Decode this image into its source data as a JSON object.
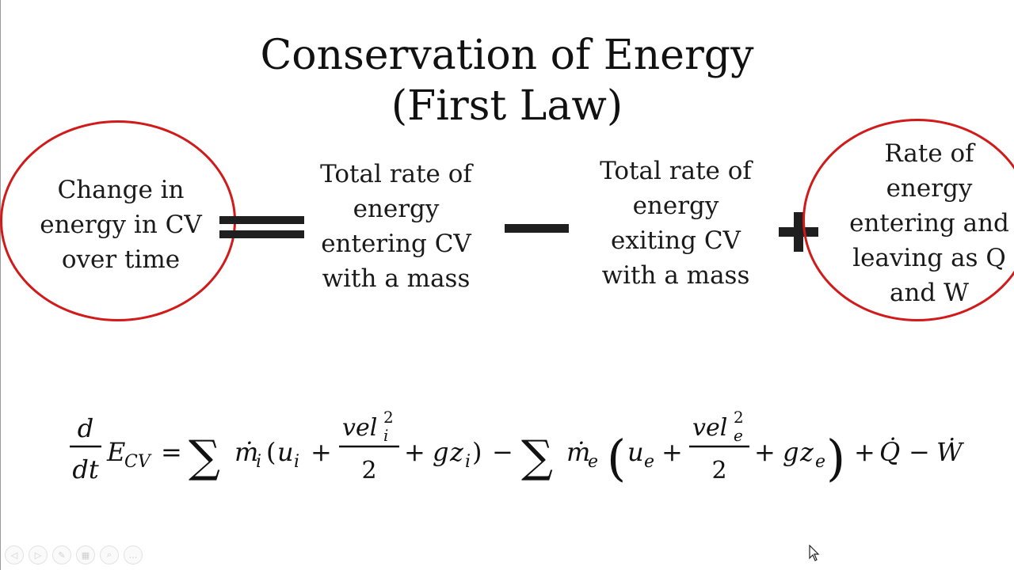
{
  "slide": {
    "title_line1": "Conservation of Energy",
    "title_line2": "(First Law)",
    "terms": [
      {
        "lines": [
          "Change in",
          "energy in CV",
          "over time"
        ]
      },
      {
        "lines": [
          "Total rate of",
          "energy",
          "entering CV",
          "with a mass"
        ]
      },
      {
        "lines": [
          "Total rate of",
          "energy",
          "exiting CV",
          "with a mass"
        ]
      },
      {
        "lines": [
          "Rate of",
          "energy",
          "entering and",
          "leaving as Q",
          "and W"
        ]
      }
    ],
    "operators": {
      "equals": "=",
      "minus": "−",
      "plus": "+"
    },
    "highlight_color": "#d11a1a",
    "equation": {
      "d": "d",
      "dt": "dt",
      "E": "E",
      "E_sub": "CV",
      "eq_sign": "=",
      "sum": "∑",
      "m": "ṁ",
      "i": "i",
      "e": "e",
      "u": "u",
      "vel": "vel",
      "sq": "2",
      "two": "2",
      "g": "g",
      "z": "z",
      "plus": "+",
      "minus": "−",
      "open_paren": "(",
      "close_paren": ")",
      "Q": "Q̇",
      "W": "Ẇ"
    }
  },
  "player_toolbar": {
    "icons": [
      "previous-icon",
      "play-icon",
      "pen-icon",
      "slides-icon",
      "zoom-icon",
      "more-icon"
    ],
    "glyphs": [
      "◁",
      "▷",
      "✎",
      "▦",
      "⌕",
      "…"
    ]
  }
}
